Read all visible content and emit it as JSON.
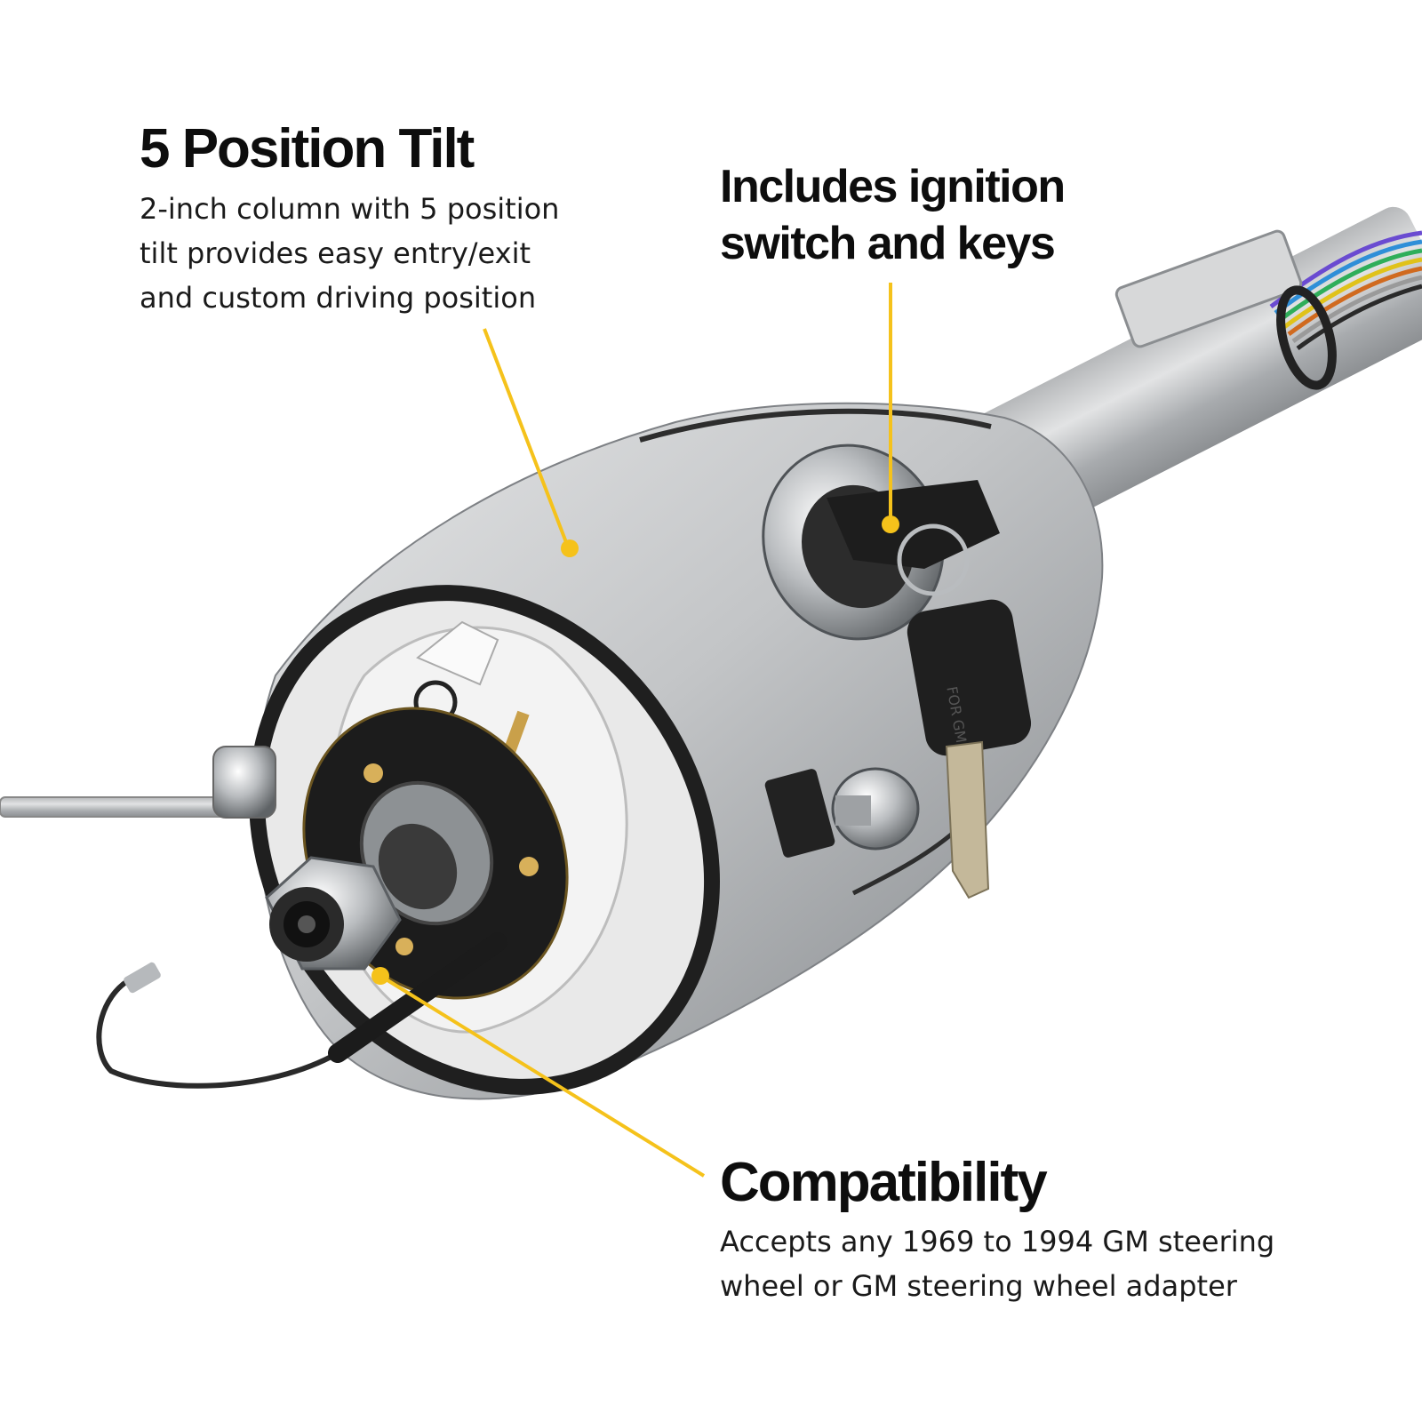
{
  "accent_color": "#F5C21B",
  "metal_color": "#C9CBCD",
  "callouts": {
    "tilt": {
      "title": "5 Position Tilt",
      "lines": [
        "2-inch column with 5 position",
        "tilt provides easy entry/exit",
        "and custom driving position"
      ]
    },
    "ignition": {
      "title_lines": [
        "Includes ignition",
        "switch and keys"
      ]
    },
    "compat": {
      "title": "Compatibility",
      "lines": [
        "Accepts any 1969 to 1994 GM steering",
        "wheel or GM steering wheel adapter"
      ]
    }
  },
  "key_tag": "FOR GM"
}
